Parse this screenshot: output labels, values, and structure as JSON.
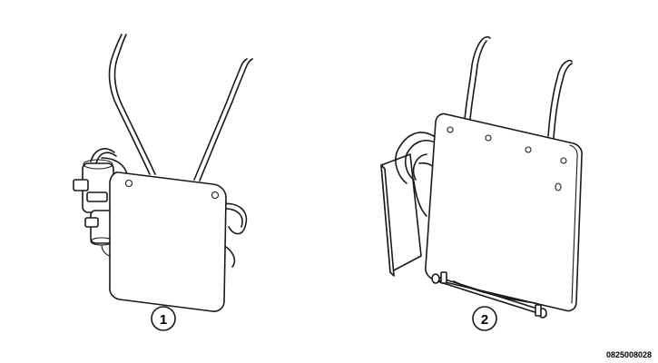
{
  "callouts": [
    {
      "label": "1"
    },
    {
      "label": "2"
    }
  ],
  "figure_code": "0825008028"
}
